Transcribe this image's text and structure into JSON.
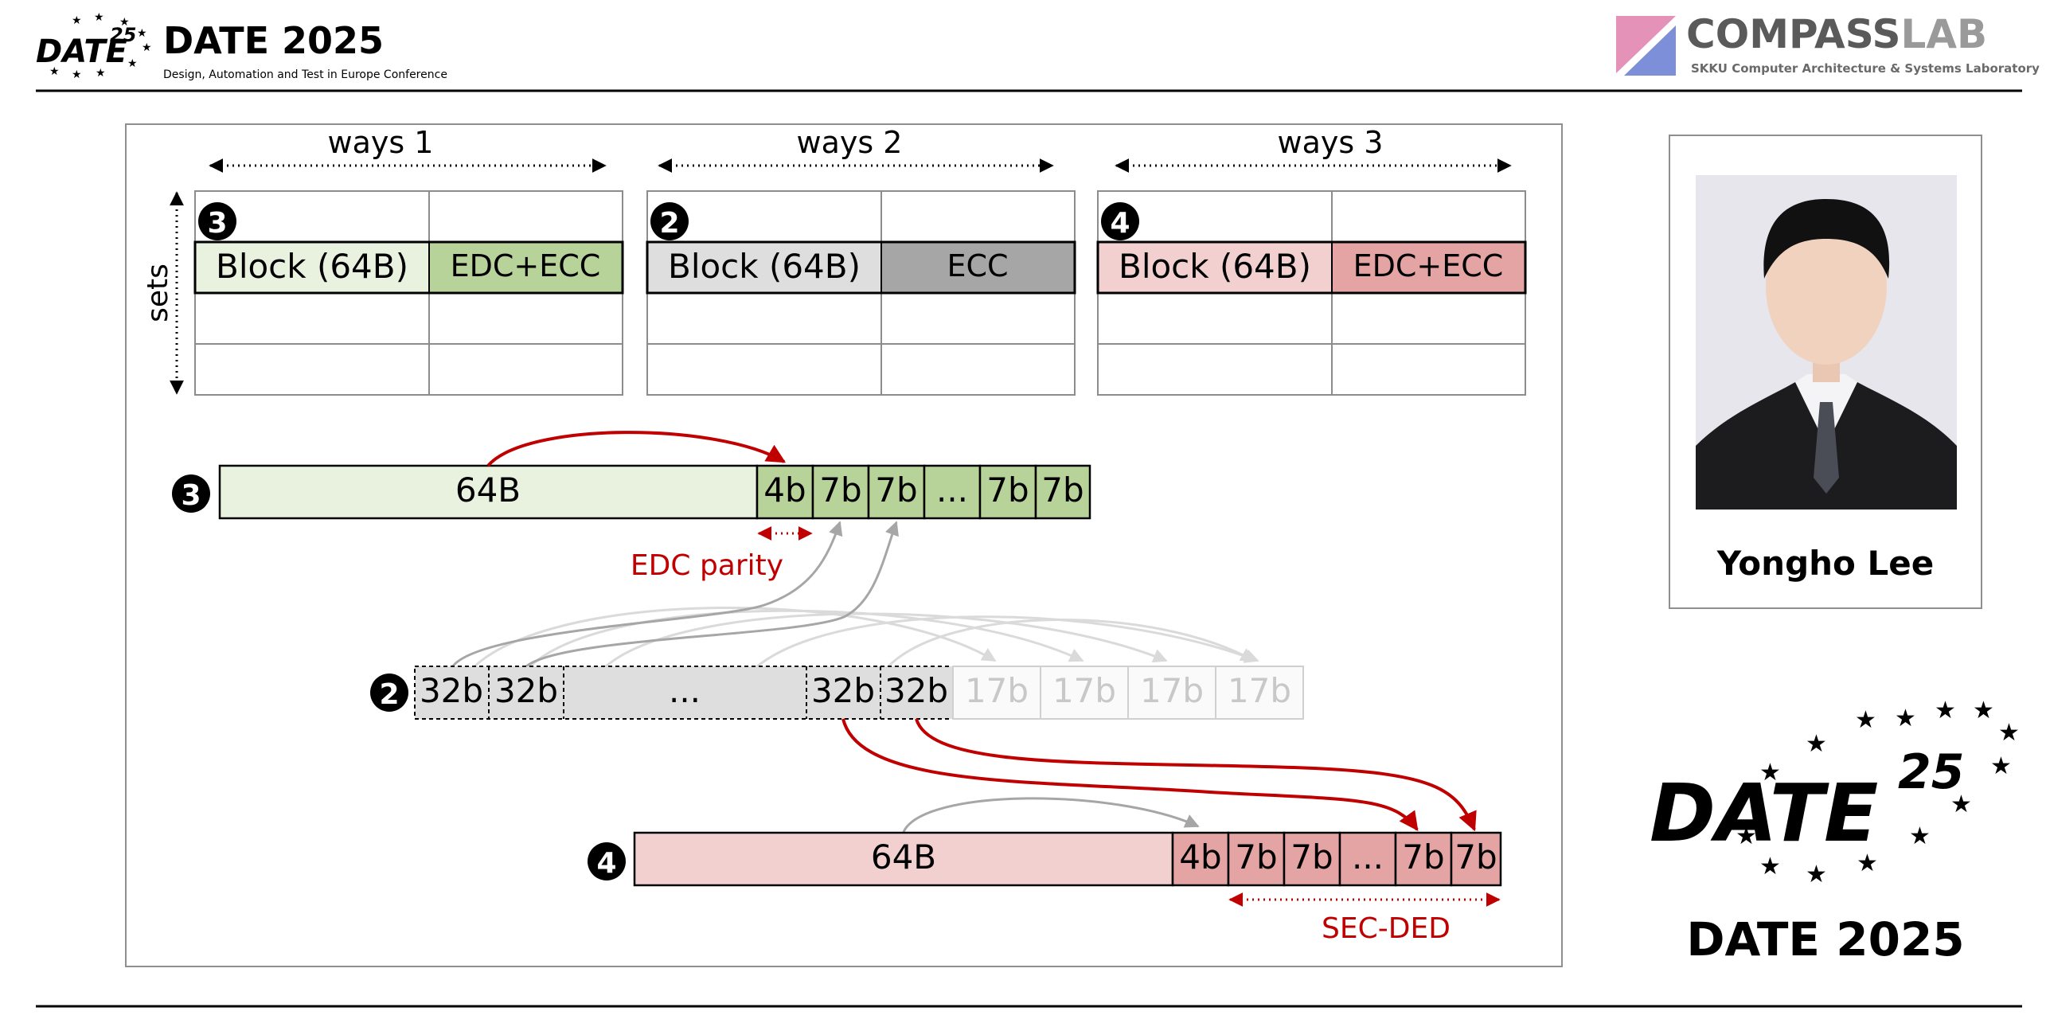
{
  "header": {
    "conf_logo_text": "DATE",
    "conf_logo_sup": "25",
    "conf_title": "DATE 2025",
    "conf_subtitle": "Design, Automation and Test in Europe Conference",
    "lab_name_dark": "COMPASS",
    "lab_name_light": "LAB",
    "lab_subtitle": "SKKU Computer Architecture & Systems Laboratory"
  },
  "diagram": {
    "sets_label": "sets",
    "ways": [
      {
        "label": "ways 1",
        "marker": "3",
        "block": "Block (64B)",
        "code": "EDC+ECC"
      },
      {
        "label": "ways 2",
        "marker": "2",
        "block": "Block (64B)",
        "code": "ECC"
      },
      {
        "label": "ways 3",
        "marker": "4",
        "block": "Block (64B)",
        "code": "EDC+ECC"
      }
    ],
    "line3": {
      "marker": "3",
      "cells": [
        "64B",
        "4b",
        "7b",
        "7b",
        "...",
        "7b",
        "7b"
      ],
      "annotation": "EDC parity"
    },
    "line2": {
      "marker": "2",
      "cells": [
        "32b",
        "32b",
        "...",
        "32b",
        "32b"
      ],
      "faded_cells": [
        "17b",
        "17b",
        "17b",
        "17b"
      ]
    },
    "line4": {
      "marker": "4",
      "cells": [
        "64B",
        "4b",
        "7b",
        "7b",
        "...",
        "7b",
        "7b"
      ],
      "annotation": "SEC-DED"
    }
  },
  "profile": {
    "name": "Yongho Lee"
  },
  "footer_logo": {
    "logo_text": "DATE",
    "logo_sup": "25",
    "title": "DATE 2025"
  },
  "colors": {
    "green_light": "#e8f2de",
    "green": "#b7d39a",
    "gray_light": "#dedede",
    "gray": "#a6a6a6",
    "pink_light": "#f2d0cf",
    "pink": "#e3a4a3",
    "red_arrow": "#c00000",
    "gray_arrow": "#a6a6a6",
    "lab_dark": "#5a5a5a",
    "lab_light": "#9a9a9a"
  }
}
